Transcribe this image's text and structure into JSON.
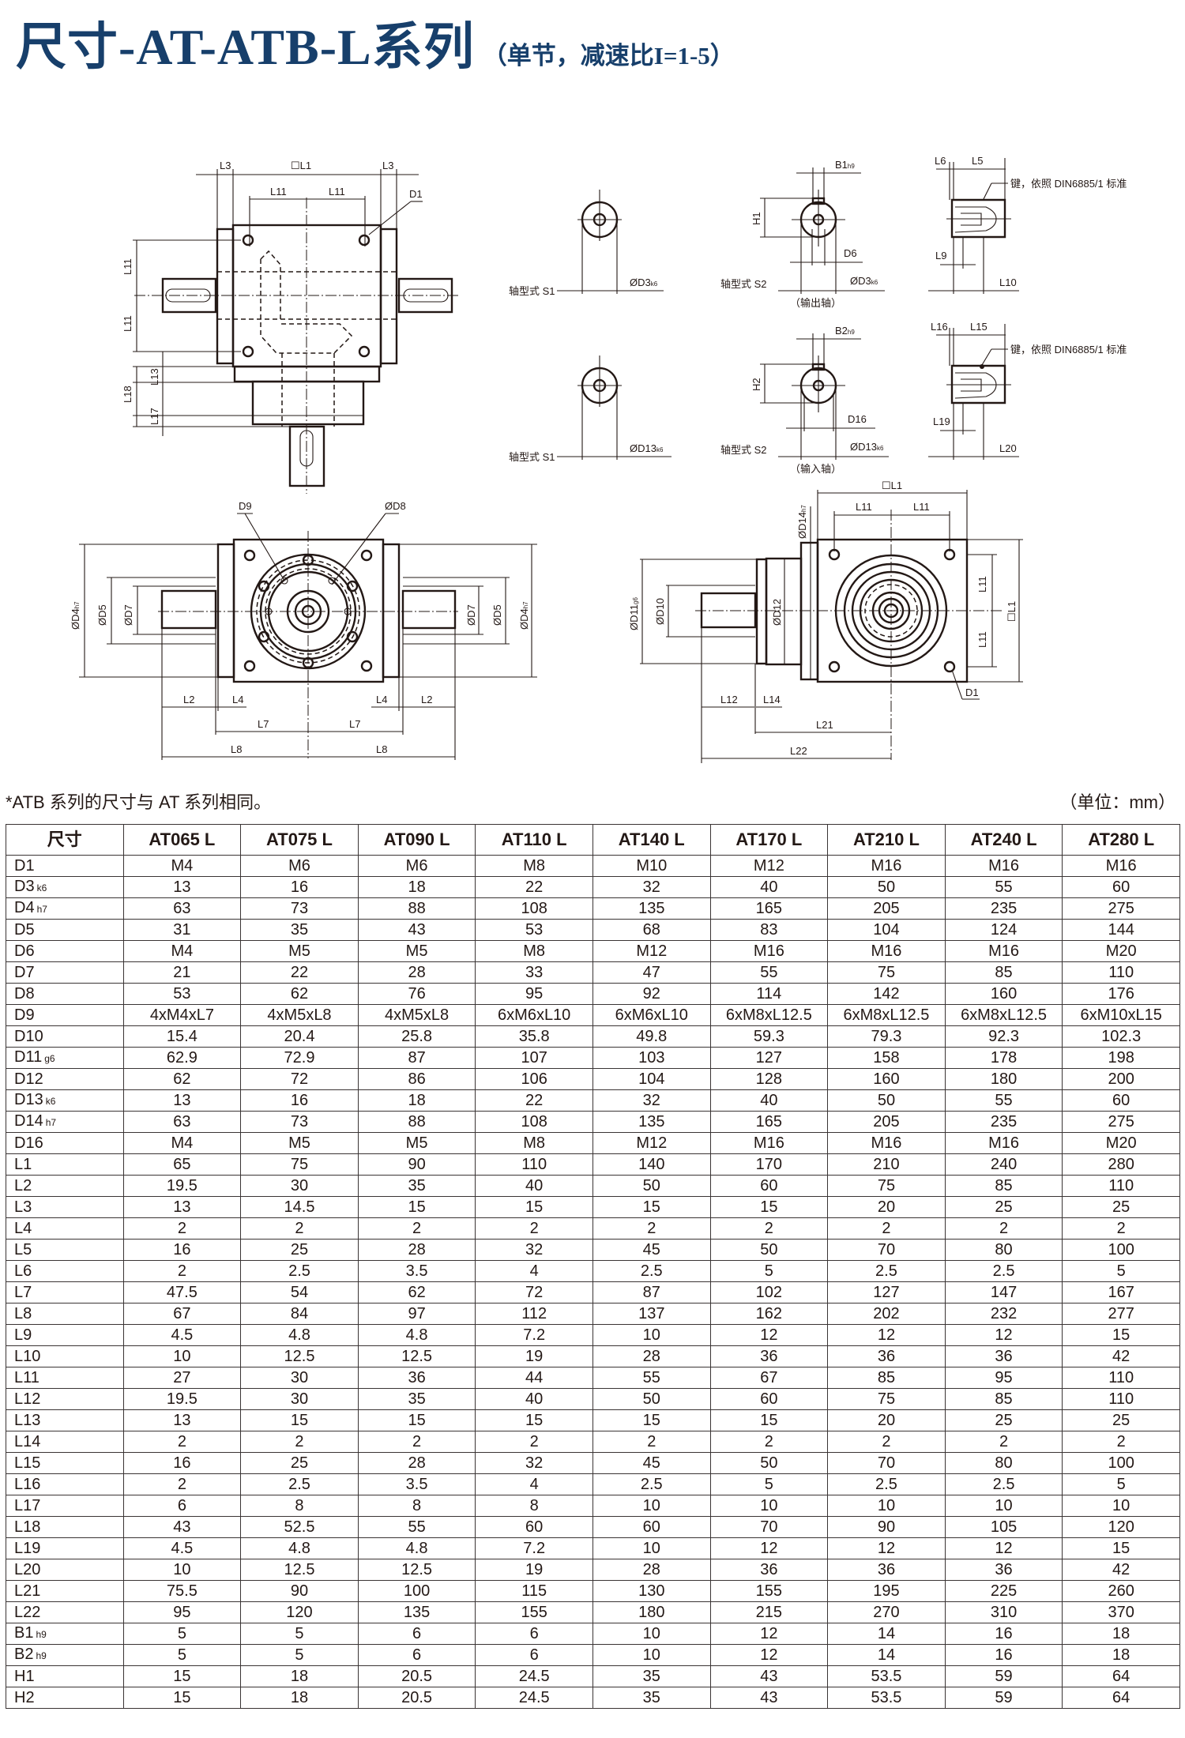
{
  "header": {
    "title": "尺寸-AT-ATB-L系列",
    "subtitle": "（单节，减速比I=1-5）",
    "title_color": "#173f6b"
  },
  "drawings": {
    "front": {
      "l3_left": "L3",
      "l1": "☐L1",
      "l3_right": "L3",
      "l11_a": "L11",
      "l11_b": "L11",
      "d1": "D1",
      "l11_v1": "L11",
      "l11_v2": "L11",
      "l13": "L13",
      "l18": "L18",
      "l17": "L17"
    },
    "output_shaft": {
      "s1_label": "轴型式 S1",
      "s1_d3": "ØD3",
      "s1_d3_tol": "k6",
      "b1": "B1",
      "b1_tol": "h9",
      "h1": "H1",
      "d6": "D6",
      "s2_d3": "ØD3",
      "s2_d3_tol": "k6",
      "s2_label": "轴型式 S2",
      "caption": "（输出轴）",
      "l6": "L6",
      "l5": "L5",
      "key_note": "键，依照 DIN6885/1 标准",
      "l9": "L9",
      "l10": "L10"
    },
    "input_shaft": {
      "s1_label": "轴型式 S1",
      "s1_d13": "ØD13",
      "s1_d13_tol": "k6",
      "b2": "B2",
      "b2_tol": "h9",
      "h2": "H2",
      "d16": "D16",
      "s2_d13": "ØD13",
      "s2_d13_tol": "k6",
      "s2_label": "轴型式 S2",
      "caption": "（输入轴）",
      "l16": "L16",
      "l15": "L15",
      "key_note": "键，依照 DIN6885/1 标准",
      "l19": "L19",
      "l20": "L20"
    },
    "side": {
      "d9": "D9",
      "d8": "ØD8",
      "d4_l": "ØD4",
      "d4_tol": "h7",
      "d5_l": "ØD5",
      "d7_l": "ØD7",
      "d7_r": "ØD7",
      "d5_r": "ØD5",
      "d4_r": "ØD4",
      "l2_l": "L2",
      "l4_l": "L4",
      "l4_r": "L4",
      "l2_r": "L2",
      "l7_l": "L7",
      "l7_r": "L7",
      "l8_l": "L8",
      "l8_r": "L8"
    },
    "top": {
      "l1": "☐L1",
      "l11_a": "L11",
      "l11_b": "L11",
      "d14": "ØD14",
      "d14_tol": "h7",
      "l11_v1": "L11",
      "l11_v2": "L11",
      "l1_v": "☐L1",
      "d11": "ØD11",
      "d11_tol": "g6",
      "d10": "ØD10",
      "d12": "ØD12",
      "d1": "D1",
      "l12": "L12",
      "l14": "L14",
      "l21": "L21",
      "l22": "L22"
    }
  },
  "note": "*ATB 系列的尺寸与 AT 系列相同。",
  "unit": "（单位：mm）",
  "table": {
    "corner": "尺寸",
    "columns": [
      "AT065 L",
      "AT075 L",
      "AT090 L",
      "AT110 L",
      "AT140 L",
      "AT170 L",
      "AT210 L",
      "AT240 L",
      "AT280 L"
    ],
    "rows": [
      {
        "label": "D1",
        "sub": "",
        "values": [
          "M4",
          "M6",
          "M6",
          "M8",
          "M10",
          "M12",
          "M16",
          "M16",
          "M16"
        ]
      },
      {
        "label": "D3",
        "sub": "k6",
        "values": [
          "13",
          "16",
          "18",
          "22",
          "32",
          "40",
          "50",
          "55",
          "60"
        ]
      },
      {
        "label": "D4",
        "sub": "h7",
        "values": [
          "63",
          "73",
          "88",
          "108",
          "135",
          "165",
          "205",
          "235",
          "275"
        ]
      },
      {
        "label": "D5",
        "sub": "",
        "values": [
          "31",
          "35",
          "43",
          "53",
          "68",
          "83",
          "104",
          "124",
          "144"
        ]
      },
      {
        "label": "D6",
        "sub": "",
        "values": [
          "M4",
          "M5",
          "M5",
          "M8",
          "M12",
          "M16",
          "M16",
          "M16",
          "M20"
        ]
      },
      {
        "label": "D7",
        "sub": "",
        "values": [
          "21",
          "22",
          "28",
          "33",
          "47",
          "55",
          "75",
          "85",
          "110"
        ]
      },
      {
        "label": "D8",
        "sub": "",
        "values": [
          "53",
          "62",
          "76",
          "95",
          "92",
          "114",
          "142",
          "160",
          "176"
        ]
      },
      {
        "label": "D9",
        "sub": "",
        "values": [
          "4xM4xL7",
          "4xM5xL8",
          "4xM5xL8",
          "6xM6xL10",
          "6xM6xL10",
          "6xM8xL12.5",
          "6xM8xL12.5",
          "6xM8xL12.5",
          "6xM10xL15"
        ]
      },
      {
        "label": "D10",
        "sub": "",
        "values": [
          "15.4",
          "20.4",
          "25.8",
          "35.8",
          "49.8",
          "59.3",
          "79.3",
          "92.3",
          "102.3"
        ]
      },
      {
        "label": "D11",
        "sub": "g6",
        "values": [
          "62.9",
          "72.9",
          "87",
          "107",
          "103",
          "127",
          "158",
          "178",
          "198"
        ]
      },
      {
        "label": "D12",
        "sub": "",
        "values": [
          "62",
          "72",
          "86",
          "106",
          "104",
          "128",
          "160",
          "180",
          "200"
        ]
      },
      {
        "label": "D13",
        "sub": "k6",
        "values": [
          "13",
          "16",
          "18",
          "22",
          "32",
          "40",
          "50",
          "55",
          "60"
        ]
      },
      {
        "label": "D14",
        "sub": "h7",
        "values": [
          "63",
          "73",
          "88",
          "108",
          "135",
          "165",
          "205",
          "235",
          "275"
        ]
      },
      {
        "label": "D16",
        "sub": "",
        "values": [
          "M4",
          "M5",
          "M5",
          "M8",
          "M12",
          "M16",
          "M16",
          "M16",
          "M20"
        ]
      },
      {
        "label": "L1",
        "sub": "",
        "values": [
          "65",
          "75",
          "90",
          "110",
          "140",
          "170",
          "210",
          "240",
          "280"
        ]
      },
      {
        "label": "L2",
        "sub": "",
        "values": [
          "19.5",
          "30",
          "35",
          "40",
          "50",
          "60",
          "75",
          "85",
          "110"
        ]
      },
      {
        "label": "L3",
        "sub": "",
        "values": [
          "13",
          "14.5",
          "15",
          "15",
          "15",
          "15",
          "20",
          "25",
          "25"
        ]
      },
      {
        "label": "L4",
        "sub": "",
        "values": [
          "2",
          "2",
          "2",
          "2",
          "2",
          "2",
          "2",
          "2",
          "2"
        ]
      },
      {
        "label": "L5",
        "sub": "",
        "values": [
          "16",
          "25",
          "28",
          "32",
          "45",
          "50",
          "70",
          "80",
          "100"
        ]
      },
      {
        "label": "L6",
        "sub": "",
        "values": [
          "2",
          "2.5",
          "3.5",
          "4",
          "2.5",
          "5",
          "2.5",
          "2.5",
          "5"
        ]
      },
      {
        "label": "L7",
        "sub": "",
        "values": [
          "47.5",
          "54",
          "62",
          "72",
          "87",
          "102",
          "127",
          "147",
          "167"
        ]
      },
      {
        "label": "L8",
        "sub": "",
        "values": [
          "67",
          "84",
          "97",
          "112",
          "137",
          "162",
          "202",
          "232",
          "277"
        ]
      },
      {
        "label": "L9",
        "sub": "",
        "values": [
          "4.5",
          "4.8",
          "4.8",
          "7.2",
          "10",
          "12",
          "12",
          "12",
          "15"
        ]
      },
      {
        "label": "L10",
        "sub": "",
        "values": [
          "10",
          "12.5",
          "12.5",
          "19",
          "28",
          "36",
          "36",
          "36",
          "42"
        ]
      },
      {
        "label": "L11",
        "sub": "",
        "values": [
          "27",
          "30",
          "36",
          "44",
          "55",
          "67",
          "85",
          "95",
          "110"
        ]
      },
      {
        "label": "L12",
        "sub": "",
        "values": [
          "19.5",
          "30",
          "35",
          "40",
          "50",
          "60",
          "75",
          "85",
          "110"
        ]
      },
      {
        "label": "L13",
        "sub": "",
        "values": [
          "13",
          "15",
          "15",
          "15",
          "15",
          "15",
          "20",
          "25",
          "25"
        ]
      },
      {
        "label": "L14",
        "sub": "",
        "values": [
          "2",
          "2",
          "2",
          "2",
          "2",
          "2",
          "2",
          "2",
          "2"
        ]
      },
      {
        "label": "L15",
        "sub": "",
        "values": [
          "16",
          "25",
          "28",
          "32",
          "45",
          "50",
          "70",
          "80",
          "100"
        ]
      },
      {
        "label": "L16",
        "sub": "",
        "values": [
          "2",
          "2.5",
          "3.5",
          "4",
          "2.5",
          "5",
          "2.5",
          "2.5",
          "5"
        ]
      },
      {
        "label": "L17",
        "sub": "",
        "values": [
          "6",
          "8",
          "8",
          "8",
          "10",
          "10",
          "10",
          "10",
          "10"
        ]
      },
      {
        "label": "L18",
        "sub": "",
        "values": [
          "43",
          "52.5",
          "55",
          "60",
          "60",
          "70",
          "90",
          "105",
          "120"
        ]
      },
      {
        "label": "L19",
        "sub": "",
        "values": [
          "4.5",
          "4.8",
          "4.8",
          "7.2",
          "10",
          "12",
          "12",
          "12",
          "15"
        ]
      },
      {
        "label": "L20",
        "sub": "",
        "values": [
          "10",
          "12.5",
          "12.5",
          "19",
          "28",
          "36",
          "36",
          "36",
          "42"
        ]
      },
      {
        "label": "L21",
        "sub": "",
        "values": [
          "75.5",
          "90",
          "100",
          "115",
          "130",
          "155",
          "195",
          "225",
          "260"
        ]
      },
      {
        "label": "L22",
        "sub": "",
        "values": [
          "95",
          "120",
          "135",
          "155",
          "180",
          "215",
          "270",
          "310",
          "370"
        ]
      },
      {
        "label": "B1",
        "sub": "h9",
        "values": [
          "5",
          "5",
          "6",
          "6",
          "10",
          "12",
          "14",
          "16",
          "18"
        ]
      },
      {
        "label": "B2",
        "sub": "h9",
        "values": [
          "5",
          "5",
          "6",
          "6",
          "10",
          "12",
          "14",
          "16",
          "18"
        ]
      },
      {
        "label": "H1",
        "sub": "",
        "values": [
          "15",
          "18",
          "20.5",
          "24.5",
          "35",
          "43",
          "53.5",
          "59",
          "64"
        ]
      },
      {
        "label": "H2",
        "sub": "",
        "values": [
          "15",
          "18",
          "20.5",
          "24.5",
          "35",
          "43",
          "53.5",
          "59",
          "64"
        ]
      }
    ]
  }
}
